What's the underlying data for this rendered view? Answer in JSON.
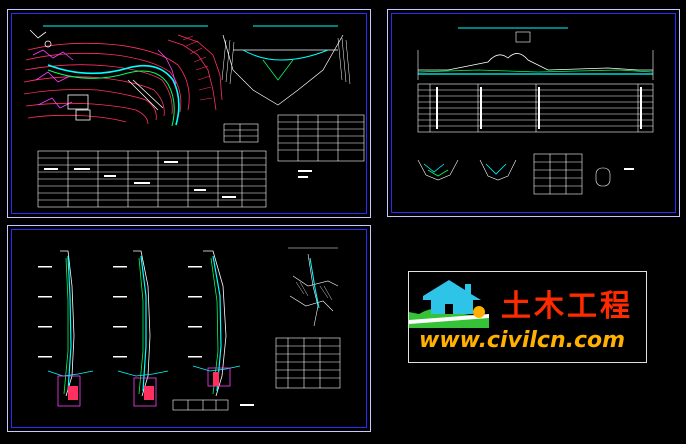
{
  "window": {
    "background": "#000000"
  },
  "logo": {
    "name_cn": "土木工程",
    "url": "www.civilcn.com",
    "house_color": "#2ec4e8",
    "hill_color": "#36c236",
    "sun_color": "#ffb000",
    "text_color": "#ff2a00",
    "url_color": "#ffb000"
  },
  "sheets": [
    {
      "id": "sheet-1",
      "content": "plan-and-profile"
    },
    {
      "id": "sheet-2",
      "content": "longitudinal-profile"
    },
    {
      "id": "sheet-3",
      "content": "cross-sections"
    }
  ],
  "colors": {
    "frame": "#c8c8ff",
    "frame_inner": "#2a2aff",
    "line": "#ffffff",
    "cyan": "#00ffff",
    "red": "#ff3060",
    "green": "#00ff60",
    "magenta": "#ff40ff"
  }
}
